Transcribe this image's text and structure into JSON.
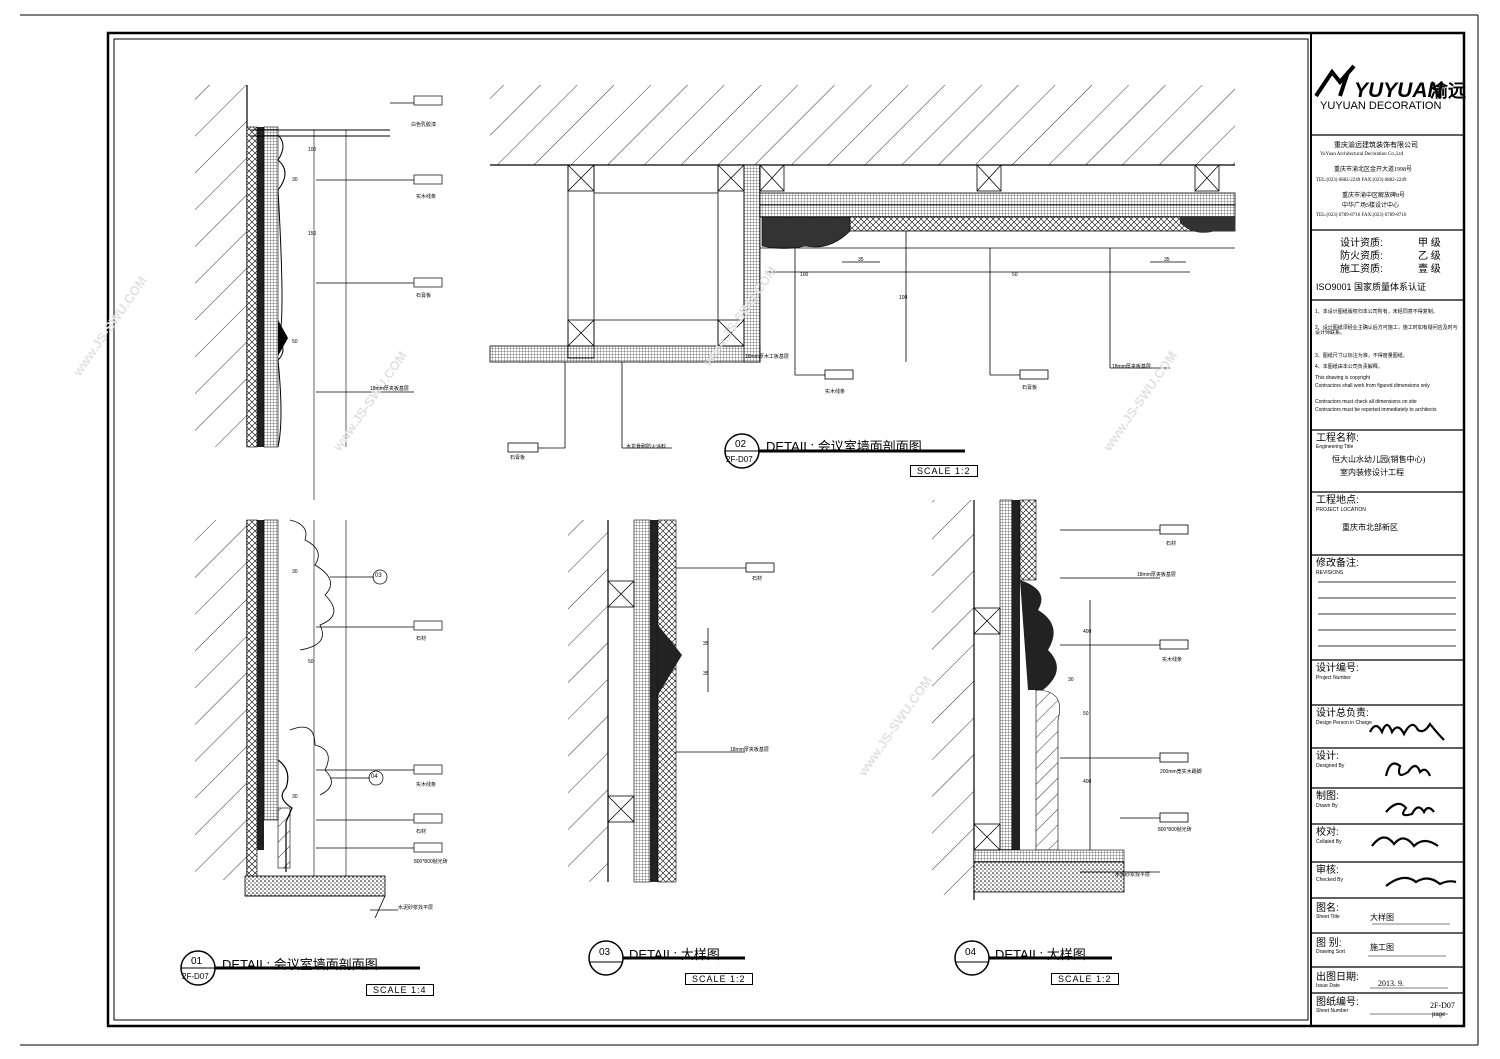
{
  "watermark": {
    "text": "www.JS-SWU.COM"
  },
  "details": [
    {
      "num": "01",
      "sheet": "2F-D07",
      "title": "DETAIL: 会议室墙面剖面图",
      "scale": "SCALE  1:4"
    },
    {
      "num": "02",
      "sheet": "2F-D07",
      "title": "DETAIL: 会议室墙面剖面图",
      "scale": "SCALE  1:2"
    },
    {
      "num": "03",
      "sheet": "",
      "title": "DETAIL: 大样图",
      "scale": "SCALE  1:2"
    },
    {
      "num": "04",
      "sheet": "",
      "title": "DETAIL: 大样图",
      "scale": "SCALE  1:2"
    }
  ],
  "title_block": {
    "logo_text": "YUYUAN",
    "logo_cn": "渝远",
    "logo_sub": "YUYUAN  DECORATION",
    "company_cn": "重庆渝远建筑装饰有限公司",
    "company_en": "YuYuan Architectural Decoration Co.,Ltd",
    "address1": "重庆市渝北区金开大道1998号",
    "phone1": "TEL:(023) 6882-2249  FAX:(023) 6882-2249",
    "address2": "重庆市渝中区解放碑8号",
    "address3": "中华广场5楼设计中心",
    "phone2": "TEL:(023) 6789-8716  FAX:(023) 6789-8716",
    "qualifications": [
      {
        "label": "设计资质:",
        "grade": "甲  级"
      },
      {
        "label": "防火资质:",
        "grade": "乙  级"
      },
      {
        "label": "施工资质:",
        "grade": "壹  级"
      }
    ],
    "iso": "ISO9001 国家质量体系认证",
    "notes_cn": [
      "1、本设计图纸版权归本公司所有，未经同意不得复制。",
      "2、设计图纸须经业主确认后方可施工，施工时如有疑问应及时与设计师联系。",
      "3、图纸尺寸以标注为准，不得度量图纸。",
      "4、本图纸由本公司负责解释。"
    ],
    "notes_en": [
      "This drawing is copyright",
      "Contractors shall work from figured dimensions only",
      "Contractors must check all dimensions on site",
      "Contractors must be reported immediately to architects"
    ],
    "eng_title_label": "工程名称:",
    "eng_title_label_en": "Engineering Title",
    "eng_title_line1": "恒大山水幼儿园(销售中心)",
    "eng_title_line2": "室内装修设计工程",
    "location_label": "工程地点:",
    "location_label_en": "PROJECT LOCATION",
    "location_value": "重庆市北部新区",
    "revisions_label": "修改备注:",
    "revisions_label_en": "REVISIONS",
    "project_number_label": "设计编号:",
    "project_number_label_en": "Project Number",
    "design_person_label": "设计总负责:",
    "design_person_label_en": "Design Person in Charge",
    "designed_label": "设计:",
    "designed_label_en": "Designed By",
    "drawn_label": "制图:",
    "drawn_label_en": "Drawn By",
    "collated_label": "校对:",
    "collated_label_en": "Collated By",
    "checked_label": "审核:",
    "checked_label_en": "Checked By",
    "sheet_title_label": "图名:",
    "sheet_title_label_en": "Sheet Title",
    "sheet_title_value": "大样图",
    "drawing_sort_label": "图  别:",
    "drawing_sort_label_en": "Drawing Sort",
    "drawing_sort_value": "施工图",
    "issue_date_label": "出图日期:",
    "issue_date_label_en": "Issue Date",
    "issue_date_value": "2013. 9.",
    "sheet_number_label": "图纸编号:",
    "sheet_number_label_en": "Sheet Number",
    "sheet_number_value": "2F-D07",
    "page_label": "page"
  },
  "callouts": {
    "d1": [
      "白色乳胶漆",
      "实木线条",
      "石膏板",
      "18mm厚夹板基层",
      "石材",
      "实木线条",
      "石材",
      "800*800抛光砖",
      "水泥砂浆找平层"
    ],
    "d1_dims": [
      "100",
      "150",
      "30",
      "50",
      "30",
      "50",
      "30"
    ],
    "d2": [
      "实木线条",
      "石膏板",
      "石膏板",
      "18mm厚夹板基层",
      "木龙骨刷防火涂料",
      "18mm厚木工板基层"
    ],
    "d2_dims": [
      "35",
      "100",
      "50",
      "35",
      "100"
    ],
    "d3": [
      "石材",
      "18mm厚夹板基层"
    ],
    "d3_dims": [
      "35",
      "35"
    ],
    "d4": [
      "石材",
      "18mm厚夹板基层",
      "实木线条",
      "200mm宽实木踢脚",
      "800*800抛光砖",
      "水泥砂浆找平层"
    ],
    "d4_dims": [
      "400",
      "30",
      "50",
      "400"
    ],
    "cloud_refs": [
      "03",
      "04"
    ]
  }
}
